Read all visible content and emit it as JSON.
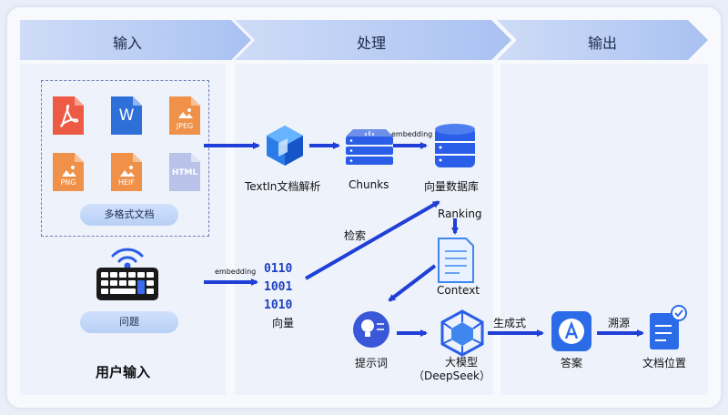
{
  "stages": [
    "输入",
    "处理",
    "输出"
  ],
  "input": {
    "files": [
      {
        "name": "pdf-icon",
        "type": "",
        "color": "#ee5b45"
      },
      {
        "name": "word-icon",
        "type": "W",
        "color": "#2f6fd8"
      },
      {
        "name": "jpeg-icon",
        "type": "JPEG",
        "color": "#f0914a"
      },
      {
        "name": "png-icon",
        "type": "PNG",
        "color": "#f0914a"
      },
      {
        "name": "heif-icon",
        "type": "HEIF",
        "color": "#f0914a"
      },
      {
        "name": "html-icon",
        "type": "HTML",
        "color": "#b9c2e8"
      }
    ],
    "multi_format_label": "多格式文档",
    "question_label": "问题",
    "user_input_label": "用户输入",
    "embedding_label": "embedding"
  },
  "process": {
    "textin_label": "TextIn文档解析",
    "chunks_label": "Chunks",
    "embedding_label": "embedding",
    "vector_db_label": "向量数据库",
    "ranking_label": "Ranking",
    "context_label": "Context",
    "search_label": "检索",
    "binary": [
      "0110",
      "1001",
      "1010"
    ],
    "vector_label": "向量",
    "prompt_label": "提示词",
    "llm_label": "大模型",
    "llm_sub_label": "（DeepSeek）"
  },
  "output": {
    "generate_label": "生成式",
    "answer_label": "答案",
    "trace_label": "溯源",
    "doc_position_label": "文档位置"
  },
  "colors": {
    "accent": "#1f3fd6",
    "icon_blue": "#2b6be8"
  }
}
